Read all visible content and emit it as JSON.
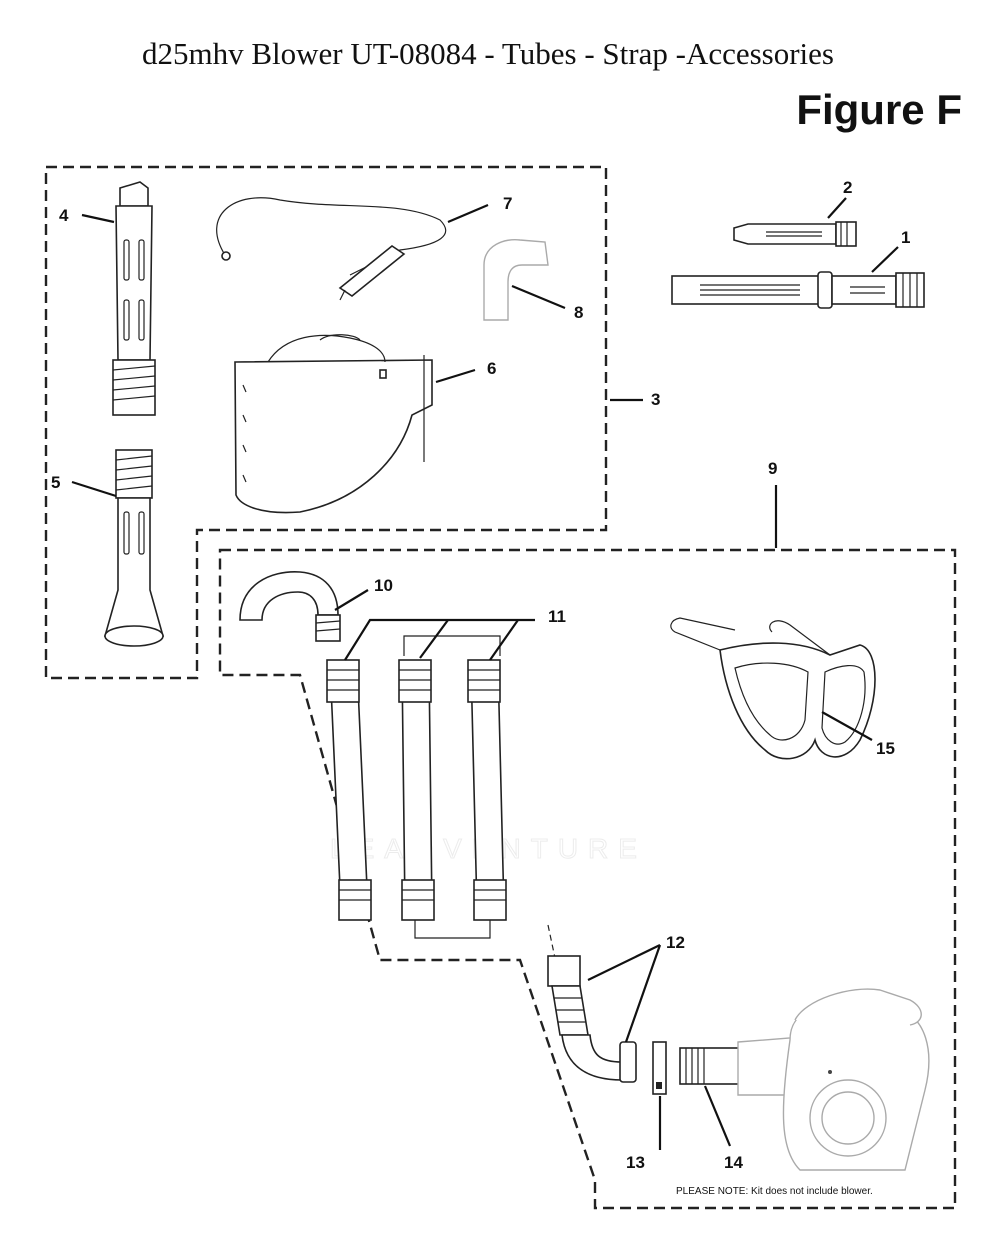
{
  "title": "d25mhv Blower UT-08084 - Tubes - Strap -Accessories",
  "figure_label": "Figure F",
  "callouts": [
    "1",
    "2",
    "3",
    "4",
    "5",
    "6",
    "7",
    "8",
    "9",
    "10",
    "11",
    "12",
    "13",
    "14",
    "15"
  ],
  "note": "PLEASE NOTE: Kit does not include blower.",
  "watermark": "LEADVENTURE"
}
